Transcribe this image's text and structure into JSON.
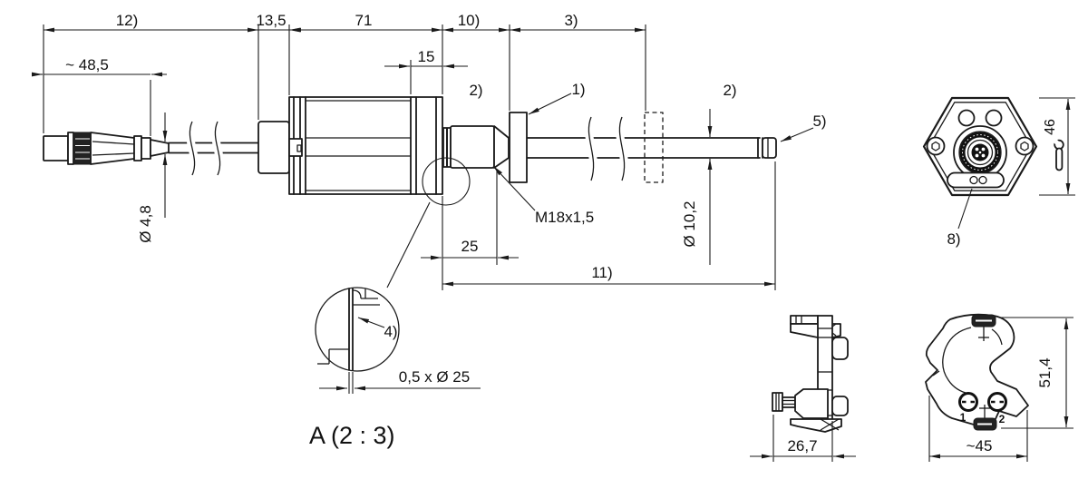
{
  "side_view": {
    "top_dims": {
      "cable": "12)",
      "rear_cap": "13,5",
      "housing": "71",
      "null_zone": "10)",
      "range": "3)"
    },
    "connector_length": "~ 48,5",
    "flange_width": "15",
    "cable_diameter": "Ø 4,8",
    "thread_label": "M18x1,5",
    "rod_diameter": "Ø 10,2",
    "thread_length": "25",
    "rod_length": "11)",
    "callouts": {
      "damping_left": "2)",
      "magnet": "1)",
      "damping_right": "2)",
      "rod_tip": "5)"
    }
  },
  "detail_view": {
    "callout": "4)",
    "chamfer": "0,5 x Ø 25",
    "title": "A  (2 : 3)"
  },
  "end_view": {
    "wrench_size": "46",
    "callout": "8)"
  },
  "clamp_side_view": {
    "width": "26,7"
  },
  "clamp_front_view": {
    "width": "~45",
    "height": "51,4",
    "screw_labels": {
      "one": "1",
      "two": "2"
    }
  }
}
